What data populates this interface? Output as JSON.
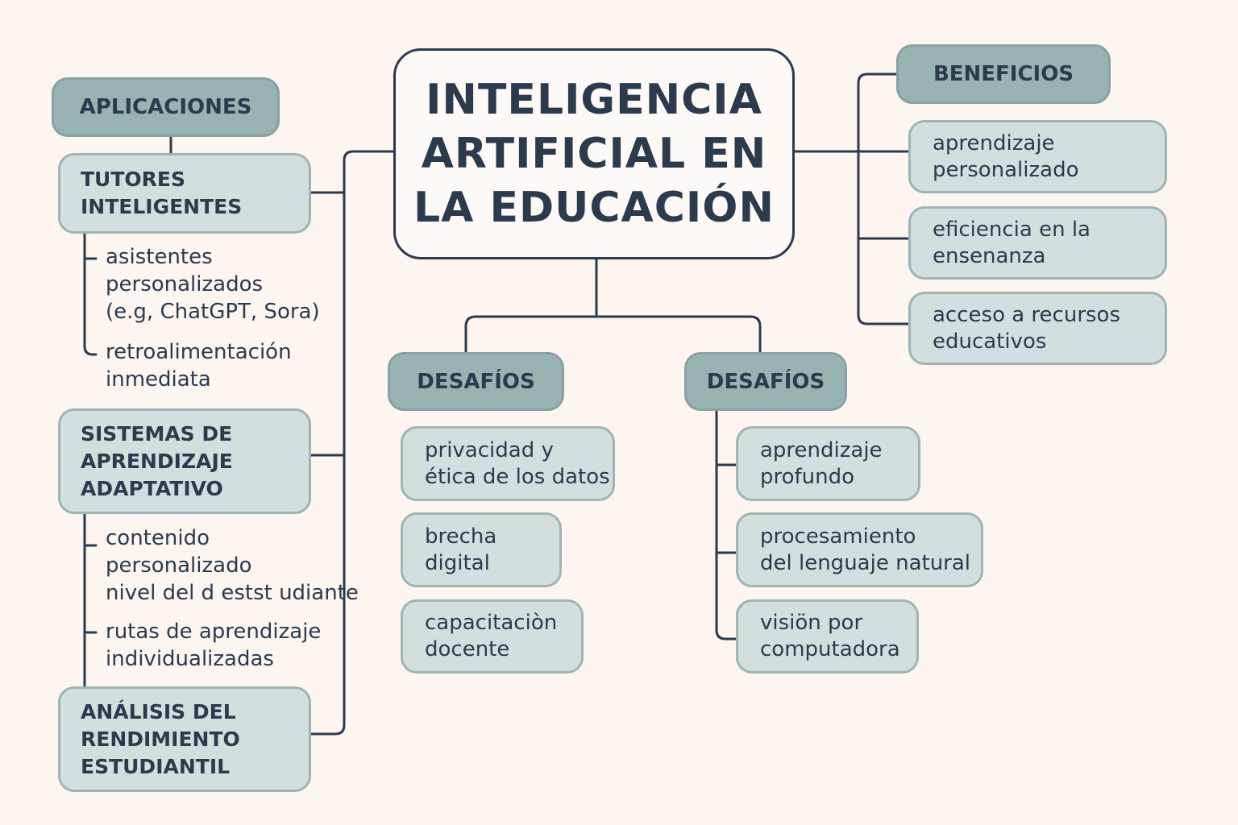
{
  "center": {
    "title": "INTELIGENCIA\nARTIFICIAL EN\nLA EDUCACIÓN"
  },
  "aplicaciones": {
    "header": "APLICACIONES",
    "tutores": {
      "title": "TUTORES\nINTELIGENTES",
      "items": [
        "asistentes\npersonalizados\n(e.g, ChatGPT, Sora)",
        "retroalimentación\ninmediata"
      ]
    },
    "sistemas": {
      "title": "SISTEMAS DE\nAPRENDIZAJE\nADAPTATIVO",
      "items": [
        "contenido\npersonalizado\nnivel del d estst udiante",
        "rutas de aprendizaje\nindividualizadas"
      ]
    },
    "analisis": {
      "title": "ANÁLISIS DEL\nRENDIMIENTO\nESTUDIANTIL"
    }
  },
  "beneficios": {
    "header": "BENEFICIOS",
    "items": [
      "aprendizaje\npersonalizado",
      "eficiencia en la\nensenanza",
      "acceso a recursos\neducativos"
    ]
  },
  "desafios_left": {
    "header": "DESAFÍOS",
    "items": [
      "privacidad y\nética de los datos",
      "brecha\ndigital",
      "capacitaciòn\ndocente"
    ]
  },
  "desafios_right": {
    "header": "DESAFÍOS",
    "items": [
      "aprendizaje\nprofundo",
      "procesamiento\ndel lenguaje natural",
      "visiön por\ncomputadora"
    ]
  }
}
